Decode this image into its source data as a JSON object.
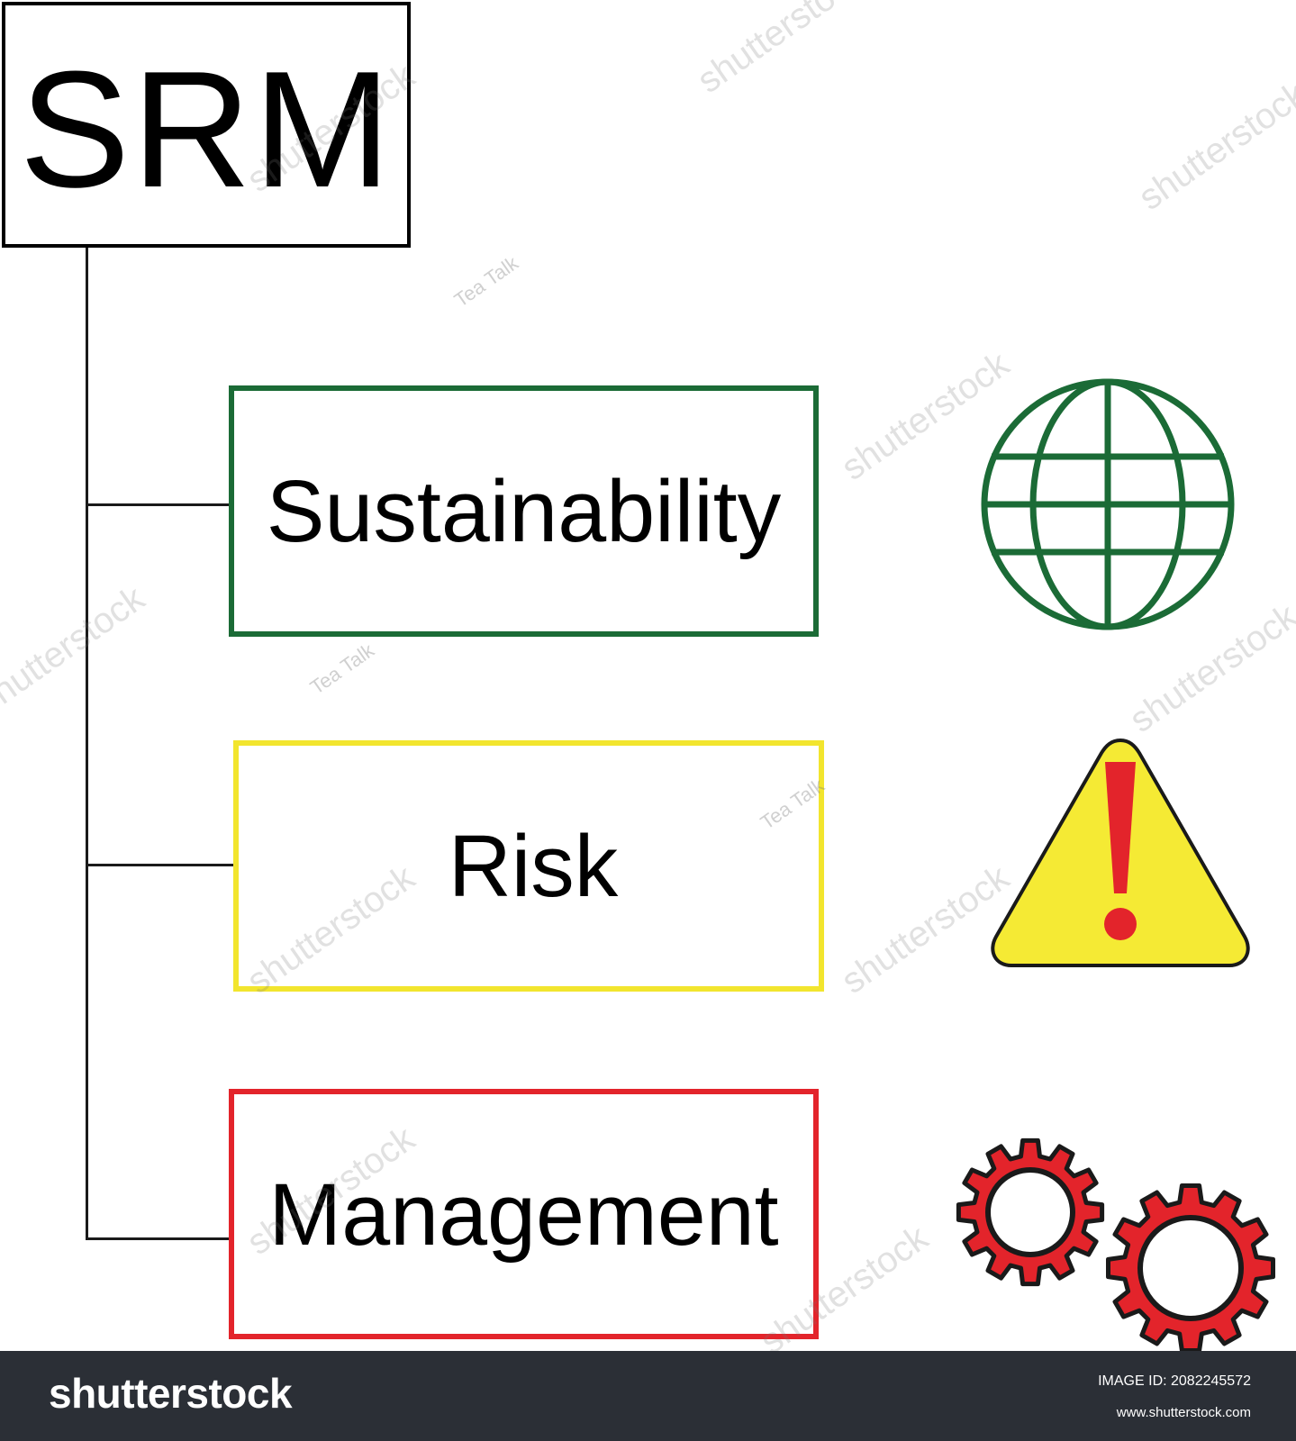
{
  "diagram": {
    "root": {
      "label": "SRM"
    },
    "children": [
      {
        "label": "Sustainability",
        "border_color": "#1b6b36",
        "icon": "globe-icon"
      },
      {
        "label": "Risk",
        "border_color": "#f2e52e",
        "icon": "warning-icon"
      },
      {
        "label": "Management",
        "border_color": "#e3242b",
        "icon": "gears-icon"
      }
    ],
    "connector_color": "#1a1a1a"
  },
  "watermark": {
    "text": "shutterstock",
    "credit": "Tea Talk"
  },
  "footer": {
    "logo": "shutterstock",
    "image_id": "IMAGE ID: 2082245572",
    "url": "www.shutterstock.com"
  }
}
